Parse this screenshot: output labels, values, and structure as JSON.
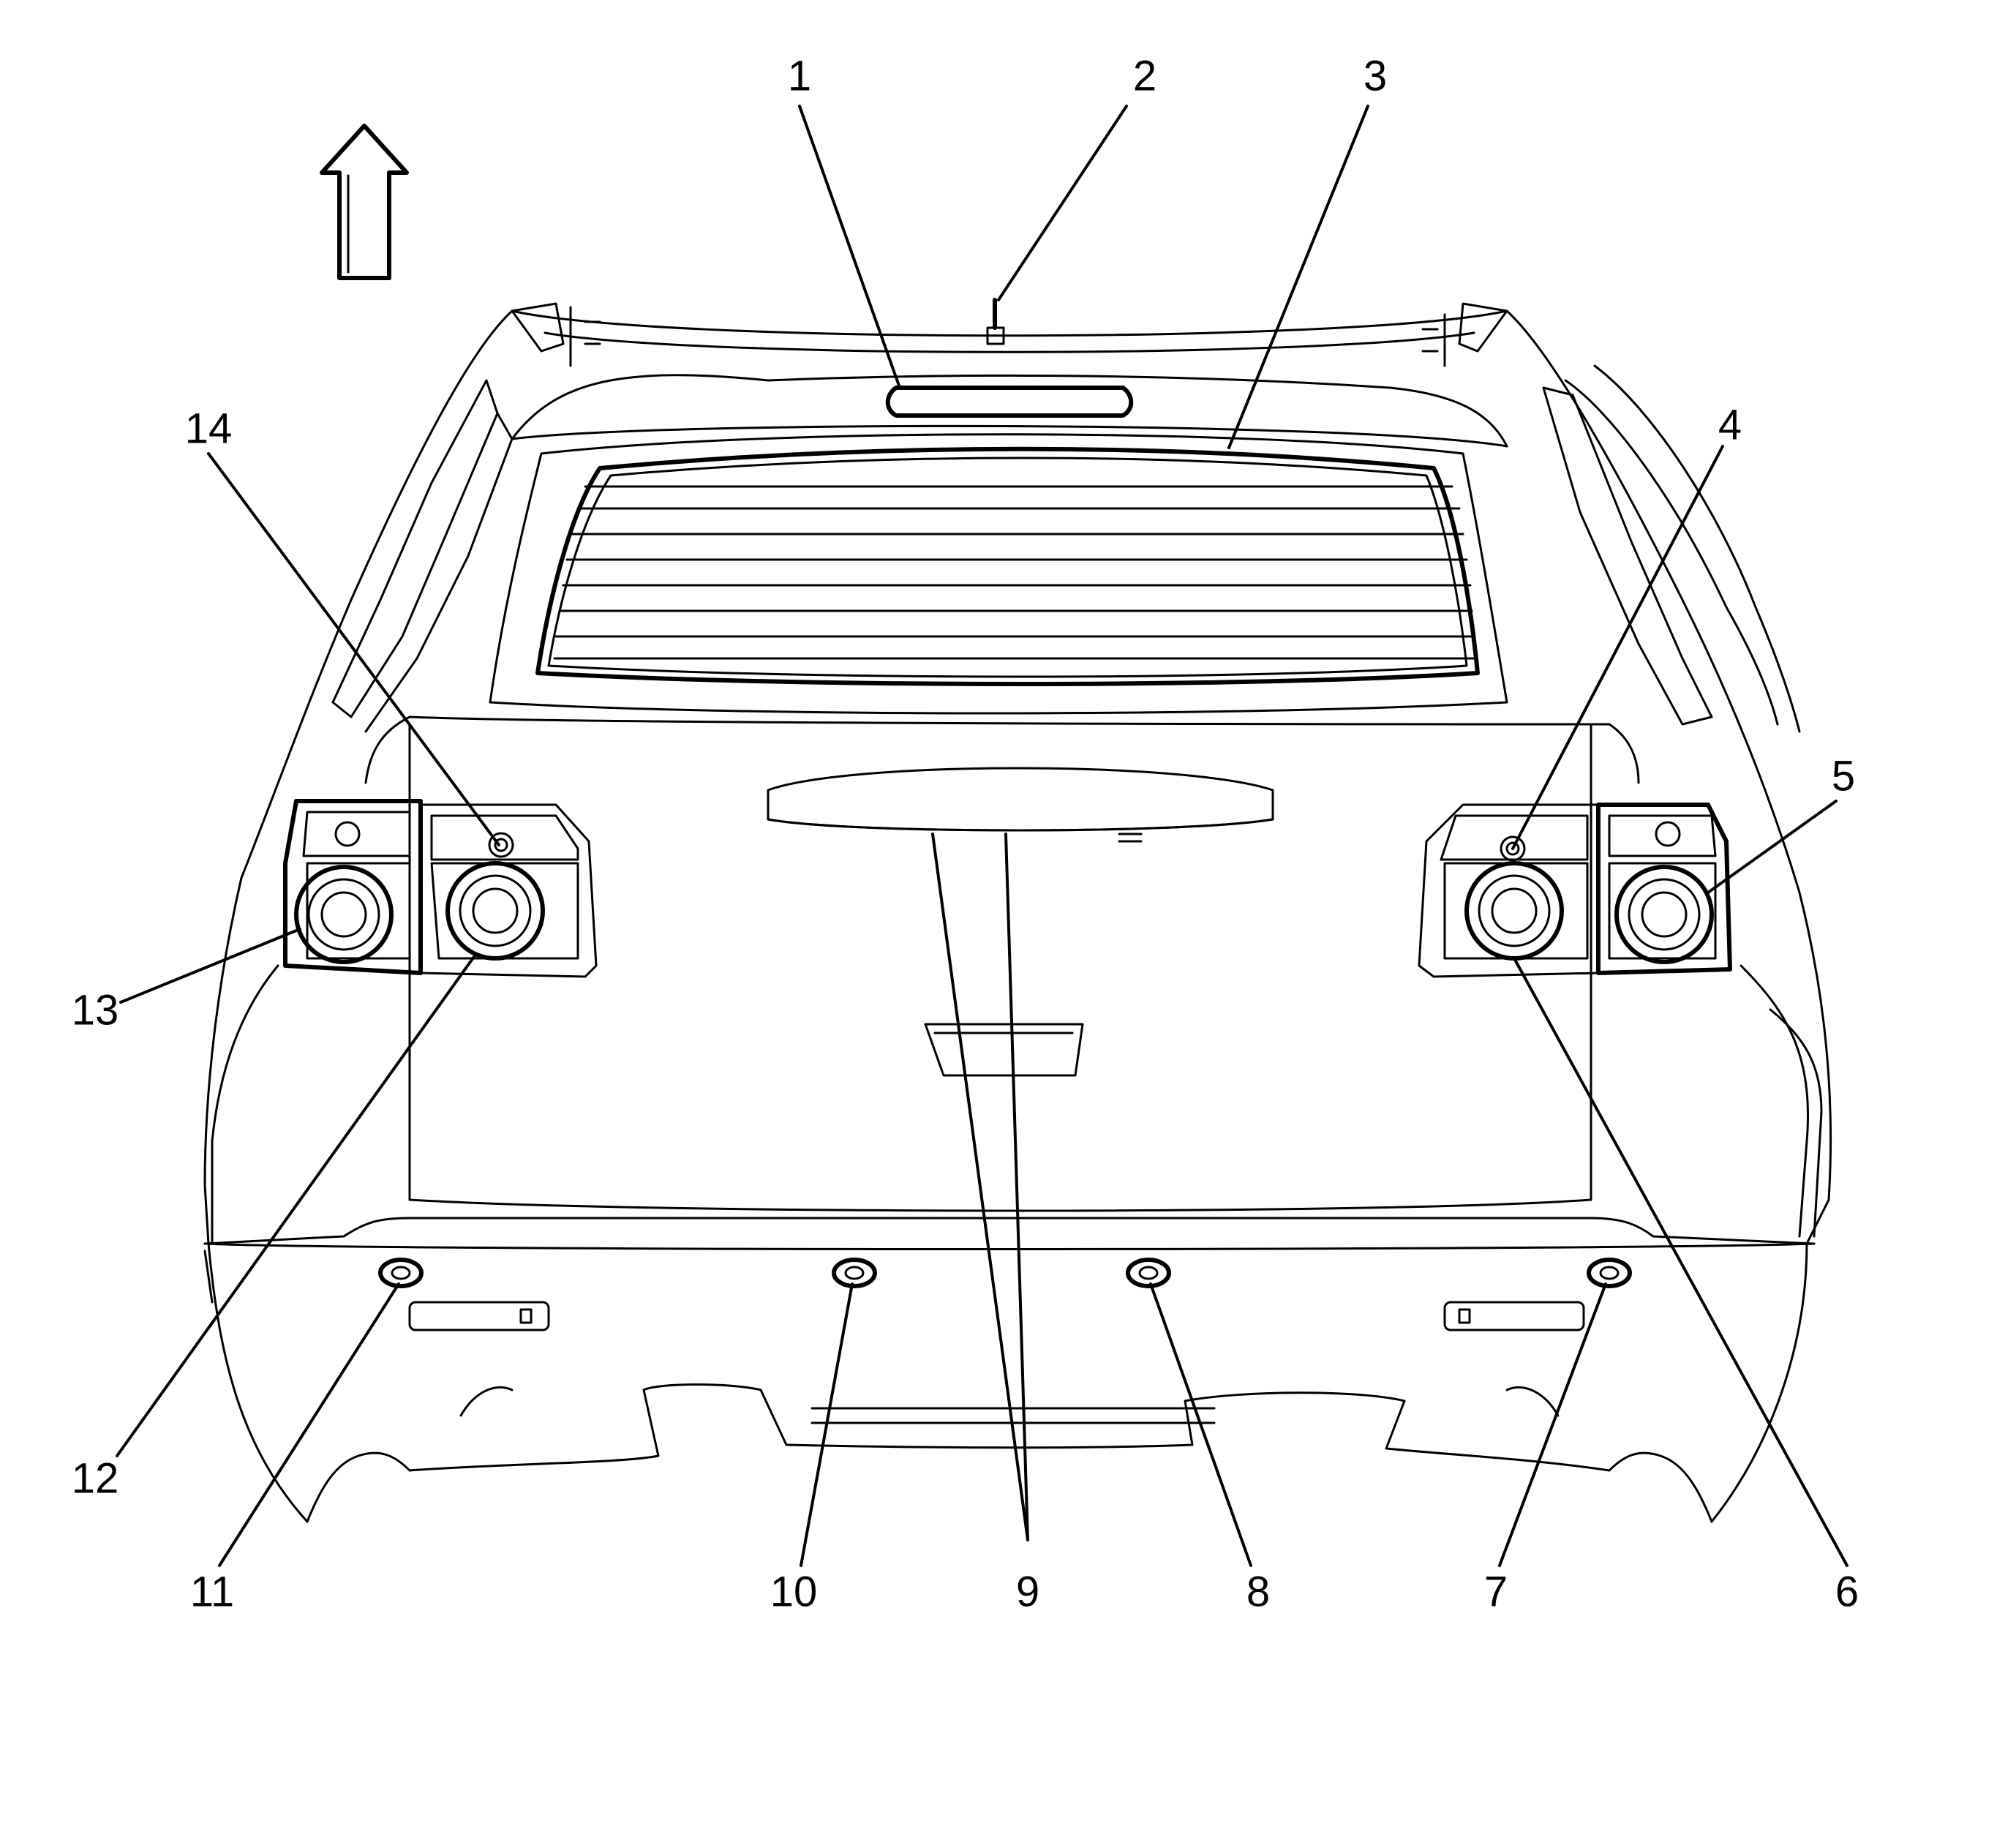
{
  "callouts": {
    "c1": "1",
    "c2": "2",
    "c3": "3",
    "c4": "4",
    "c5": "5",
    "c6": "6",
    "c7": "7",
    "c8": "8",
    "c9": "9",
    "c10": "10",
    "c11": "11",
    "c12": "12",
    "c13": "13",
    "c14": "14"
  },
  "icons": {
    "orientation_arrow": "up-arrow-icon"
  },
  "colors": {
    "line": "#000000",
    "background": "#ffffff"
  }
}
